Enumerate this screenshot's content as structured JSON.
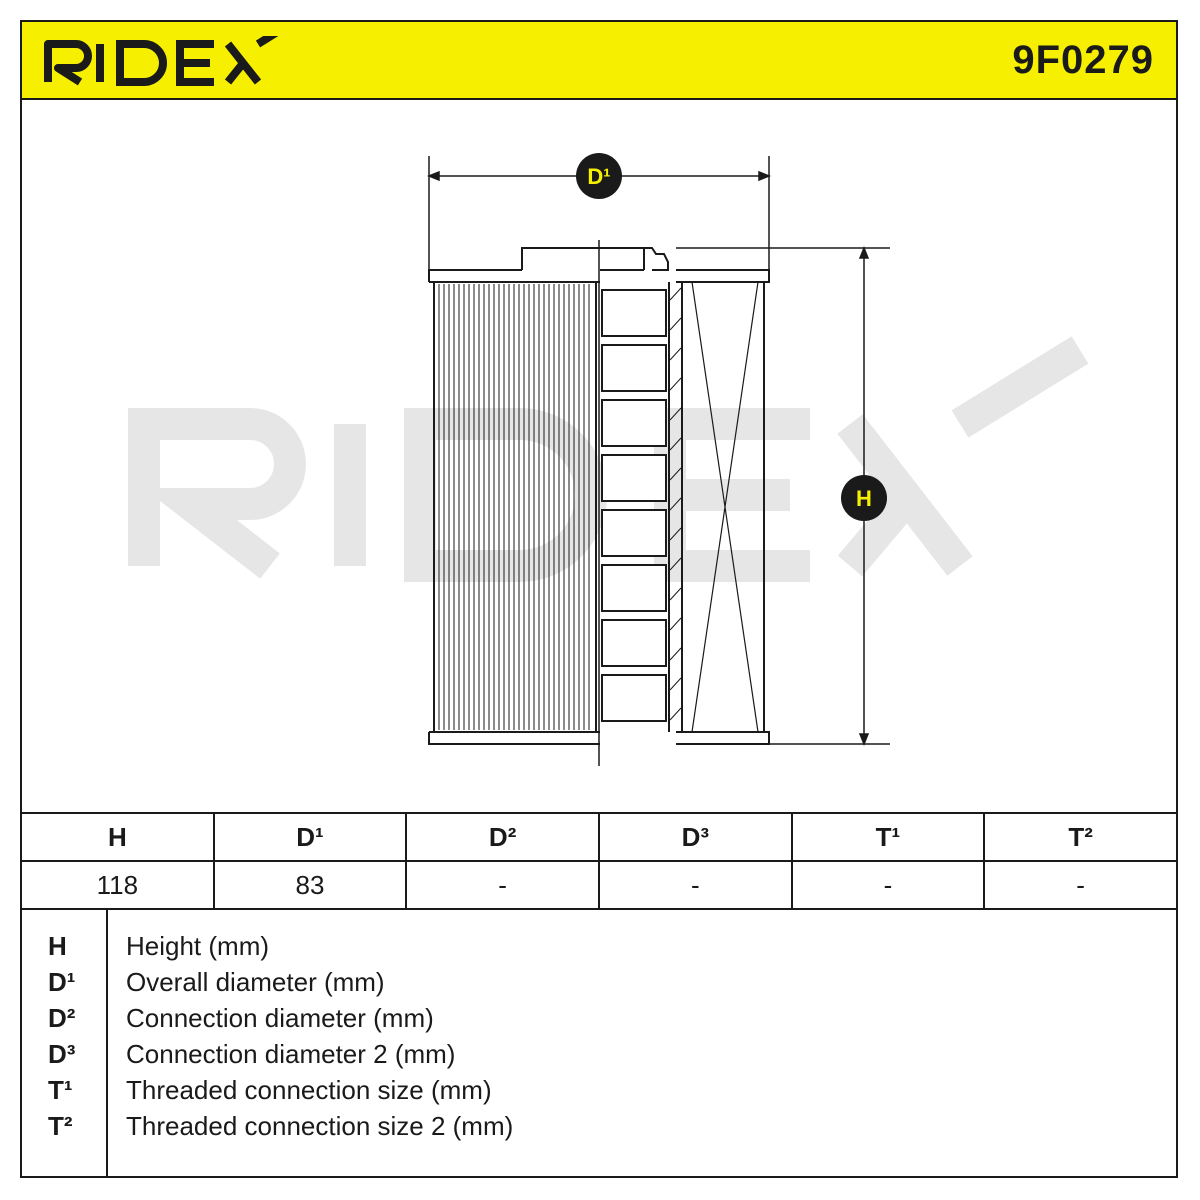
{
  "header": {
    "brand": "RIDEX",
    "part_number": "9F0279",
    "background_color": "#f6f000"
  },
  "drawing": {
    "watermark_text": "RIDEX",
    "dimension_labels": {
      "diameter": "D¹",
      "height": "H"
    }
  },
  "specs": {
    "headers": [
      "H",
      "D¹",
      "D²",
      "D³",
      "T¹",
      "T²"
    ],
    "values": [
      "118",
      "83",
      "-",
      "-",
      "-",
      "-"
    ]
  },
  "legend": [
    {
      "key": "H",
      "desc": "Height (mm)"
    },
    {
      "key": "D¹",
      "desc": "Overall diameter (mm)"
    },
    {
      "key": "D²",
      "desc": "Connection diameter (mm)"
    },
    {
      "key": "D³",
      "desc": "Connection diameter 2 (mm)"
    },
    {
      "key": "T¹",
      "desc": "Threaded connection size (mm)"
    },
    {
      "key": "T²",
      "desc": "Threaded connection size 2 (mm)"
    }
  ]
}
